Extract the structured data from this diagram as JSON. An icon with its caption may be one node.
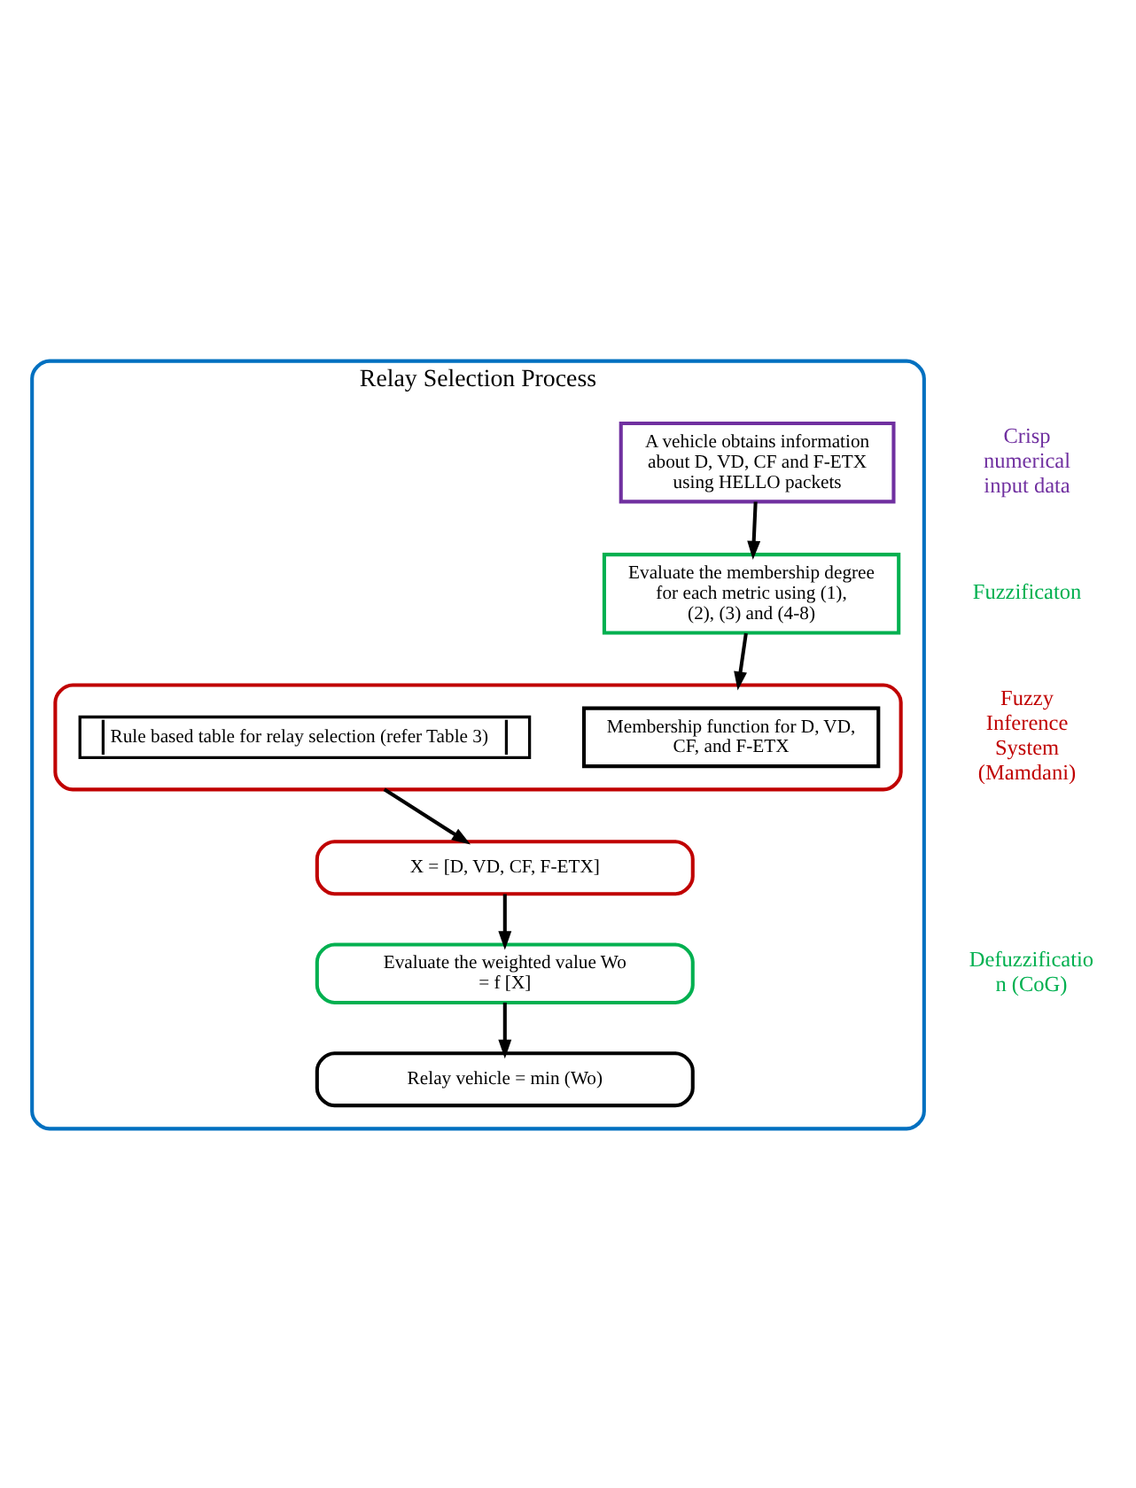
{
  "diagram": {
    "nodes": [
      {
        "text": [
          "Relay Selection Process"
        ]
      },
      {
        "text": [
          "A vehicle obtains information about D, VD, CF and F-ETX using HELLO packets"
        ],
        "in": 0
      },
      {
        "text": [
          "Evaluate the membership degree for each metric using (1), (2), (3) and (4-8)"
        ],
        "in": 0
      },
      {
        "text": [],
        "shape": "box",
        "in": 0
      },
      {
        "text": [
          "Membership function for D, VD, CF, and F-ETX"
        ],
        "in": 3
      },
      {
        "text": [
          "Rule based table for relay selection (refer Table 3)"
        ],
        "in": 3
      },
      {
        "text": [
          "X = [D, VD, CF, F-ETX]"
        ],
        "in": 0
      },
      {
        "text": [
          "Evaluate the weighted value Wo = f [X]"
        ],
        "in": 0
      },
      {
        "text": [
          "Relay vehicle = min (Wo)"
        ],
        "in": 0
      }
    ],
    "edges": [
      {
        "from": 1,
        "to": 2,
        "arrow": "to"
      },
      {
        "from": 2,
        "to": 3,
        "arrow": "to"
      },
      {
        "from": 3,
        "to": 6,
        "arrow": "to"
      },
      {
        "from": 6,
        "to": 7,
        "arrow": "to"
      },
      {
        "from": 7,
        "to": 8,
        "arrow": "to"
      }
    ],
    "labels": [
      "Crisp numerical input data",
      "Fuzzificaton",
      "Fuzzy Inference System (Mamdani)",
      "Defuzzification (CoG)"
    ]
  }
}
